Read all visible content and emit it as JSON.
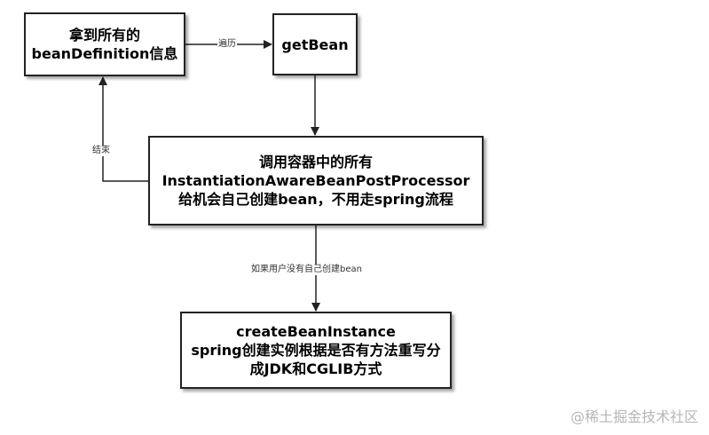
{
  "nodes": {
    "start": {
      "lines": [
        "拿到所有的",
        "beanDefinition信息"
      ]
    },
    "getbean": {
      "lines": [
        "getBean"
      ]
    },
    "process": {
      "lines": [
        "调用容器中的所有",
        "InstantiationAwareBeanPostProcessor",
        "给机会自己创建bean，不用走spring流程"
      ]
    },
    "create": {
      "lines": [
        "createBeanInstance",
        "spring创建实例根据是否有方法重写分",
        "成JDK和CGLIB方式"
      ]
    }
  },
  "edges": {
    "traverse": {
      "label": "遍历"
    },
    "end": {
      "label": "结束"
    },
    "if_user": {
      "label": "如果用户没有自己创建bean"
    }
  },
  "watermark": "@稀土掘金技术社区",
  "colors": {
    "stroke": "#222222",
    "watermark": "#b6b6b6"
  }
}
